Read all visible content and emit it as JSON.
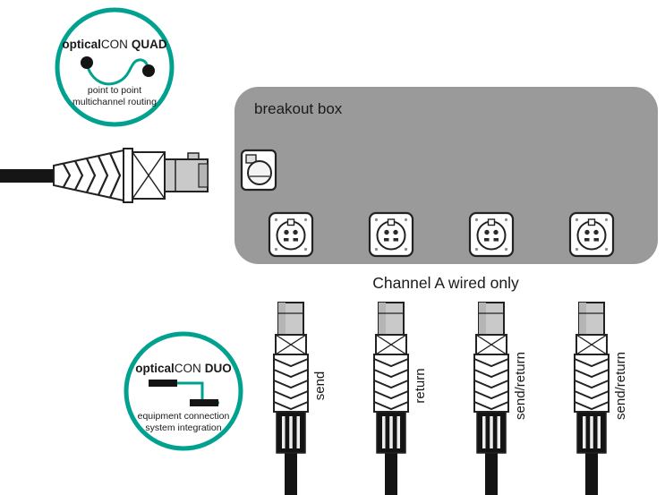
{
  "colors": {
    "teal": "#00a18f",
    "boxgray": "#9a9a9a",
    "ink": "#1a1a1a"
  },
  "quad_badge": {
    "brand_bold1": "optical",
    "brand_regular": "CON",
    "brand_bold2": "QUAD",
    "caption_line1": "point to point",
    "caption_line2": "multichannel routing"
  },
  "duo_badge": {
    "brand_bold1": "optical",
    "brand_regular": "CON",
    "brand_bold2": "DUO",
    "caption_line1": "equipment connection",
    "caption_line2": "system integration"
  },
  "breakout_box": {
    "label": "breakout box"
  },
  "channel_note": "Channel A wired only",
  "cable_labels": [
    "send",
    "return",
    "send/return",
    "send/return"
  ]
}
